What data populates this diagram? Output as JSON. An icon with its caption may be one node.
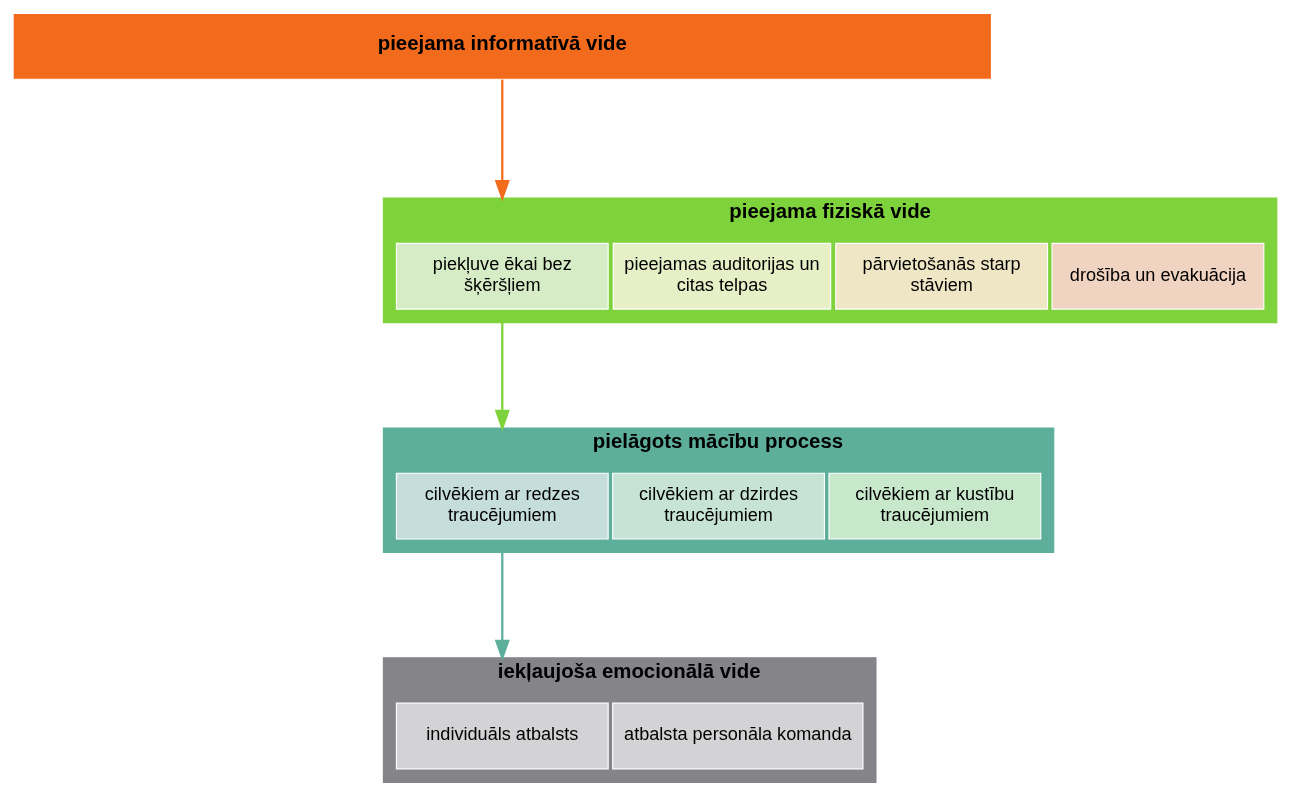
{
  "diagram": {
    "nodes": [
      {
        "text": [
          "pieejama informatīvā vide"
        ]
      },
      {
        "text": [
          "pieejama fiziskā vide"
        ]
      },
      {
        "text": [
          "piekļuve ēkai bez šķēršļiem"
        ],
        "in": 1
      },
      {
        "text": [
          "pieejamas auditorijas un citas telpas"
        ],
        "in": 1
      },
      {
        "text": [
          "pārvietošanās starp stāviem"
        ],
        "in": 1
      },
      {
        "text": [
          "drošība un evakuācija"
        ],
        "in": 1
      },
      {
        "text": [
          "pielāgots mācību process"
        ]
      },
      {
        "text": [
          "cilvēkiem ar redzes traucējumiem"
        ],
        "in": 6
      },
      {
        "text": [
          "cilvēkiem ar dzirdes traucējumiem"
        ],
        "in": 6
      },
      {
        "text": [
          "cilvēkiem ar kustību traucējumiem"
        ],
        "in": 6
      },
      {
        "text": [
          "iekļaujoša emocionālā vide"
        ]
      },
      {
        "text": [
          "individuāls atbalsts"
        ],
        "in": 10
      },
      {
        "text": [
          "atbalsta personāla komanda"
        ],
        "in": 10
      }
    ],
    "edges": [
      {
        "from": 0,
        "to": 1,
        "arrow": "to",
        "color": "#f26b1d"
      },
      {
        "from": 1,
        "to": 6,
        "arrow": "to",
        "color": "#7ed23c"
      },
      {
        "from": 6,
        "to": 10,
        "arrow": "to",
        "color": "#5daf9c"
      }
    ]
  }
}
